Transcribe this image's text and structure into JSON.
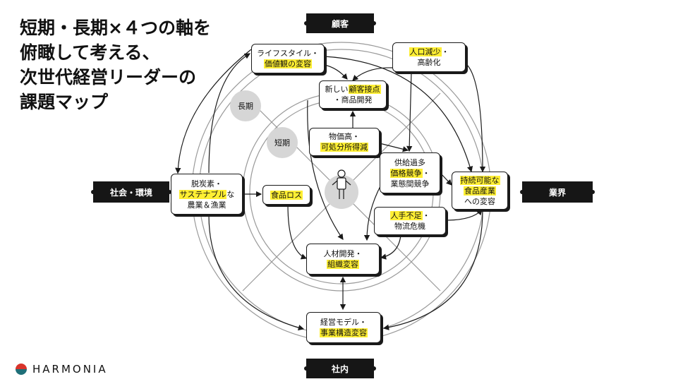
{
  "title": {
    "lines": [
      "短期・長期×４つの軸を",
      "俯瞰して考える、",
      "次世代経営リーダーの",
      "課題マップ"
    ]
  },
  "axes": {
    "top": "顧客",
    "bottom": "社内",
    "left": "社会・環境",
    "right": "業界"
  },
  "rings": {
    "long": "長期",
    "short": "短期"
  },
  "nodes": {
    "lifestyle": {
      "line1": "ライフスタイル・",
      "line2": "価値観の変容"
    },
    "population": {
      "line1": "人口減少",
      "line1_suffix": "・",
      "line2": "高齢化"
    },
    "new_customer": {
      "line1": "新しい",
      "line1_hl": "顧客接点",
      "line2": "・商品開発"
    },
    "prices": {
      "line1": "物価高・",
      "line2": "可処分所得減"
    },
    "oversupply": {
      "line1": "供給過多",
      "line2": "価格競争",
      "line2_suffix": "・",
      "line3": "業態間競争"
    },
    "sustainable": {
      "line1": "持続可能な",
      "line2": "食品産業",
      "line3": "への変容"
    },
    "decarbon": {
      "line1": "脱炭素・",
      "line2": "サステナブル",
      "line2_suffix": "な",
      "line3": "農業＆漁業"
    },
    "food_loss": {
      "line1": "食品ロス"
    },
    "labor": {
      "line1": "人手不足",
      "line1_suffix": "・",
      "line2": "物流危機"
    },
    "talent": {
      "line1": "人材開発・",
      "line2": "組織変容"
    },
    "business_model": {
      "line1": "経営モデル・",
      "line2": "事業構造変容"
    }
  },
  "logo": {
    "text": "HARMONIA"
  },
  "colors": {
    "highlight": "#ffef33",
    "dark": "#161616",
    "circle": "#d6d6d6",
    "logo_red": "#d9342b",
    "logo_teal": "#1f6f78"
  }
}
